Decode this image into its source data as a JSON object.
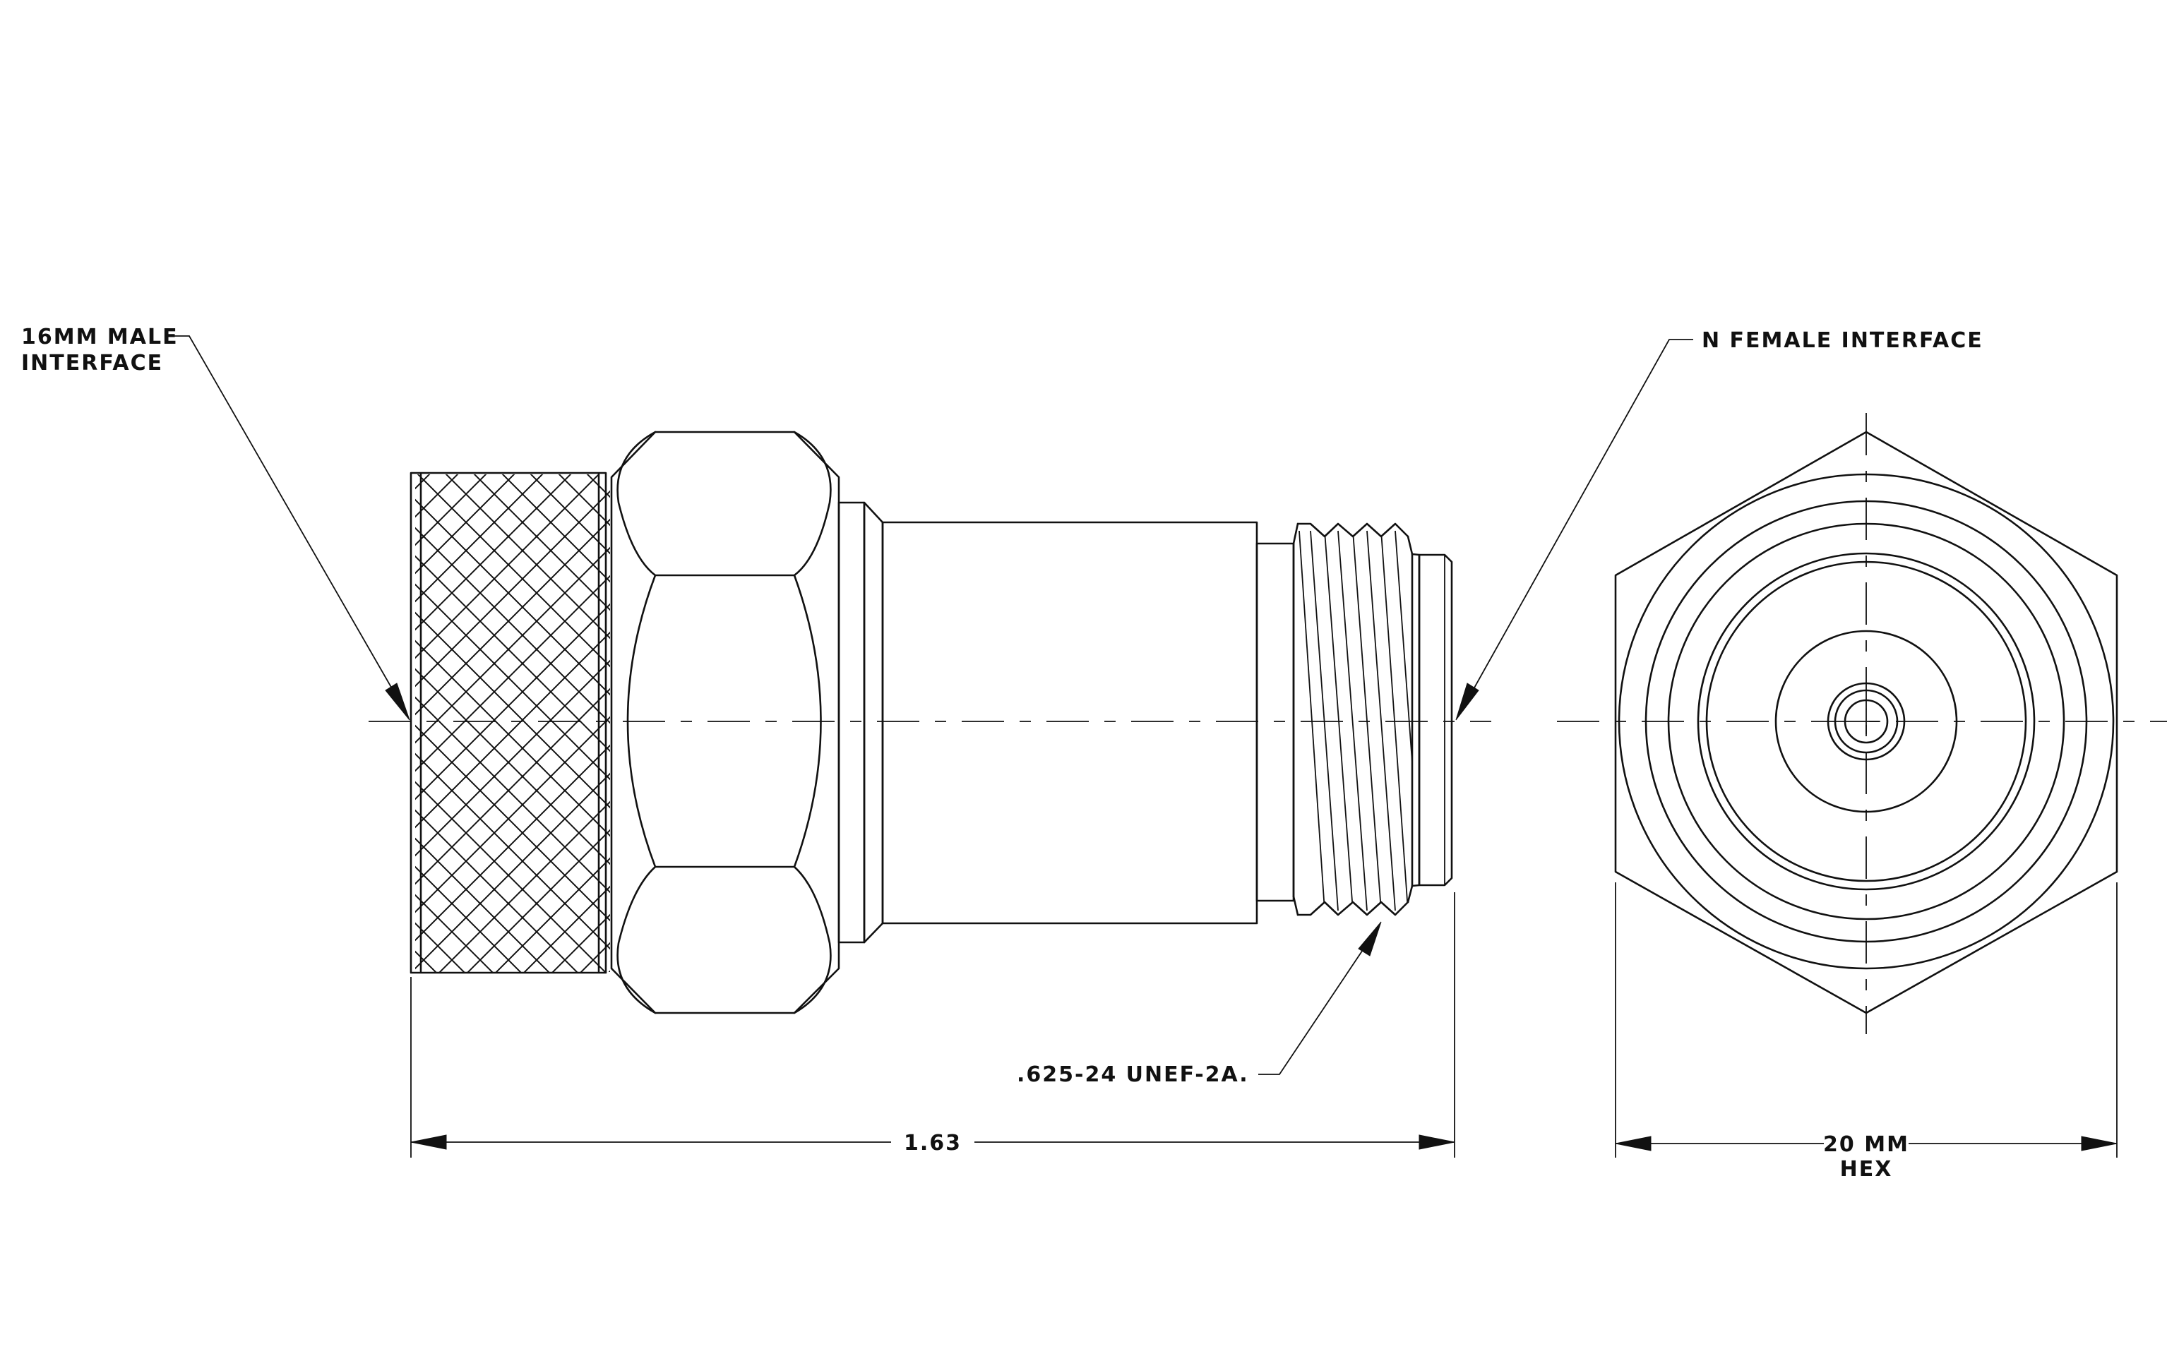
{
  "labels": {
    "male_interface_line1": "16MM MALE",
    "male_interface_line2": "INTERFACE",
    "female_interface": "N FEMALE INTERFACE",
    "thread_spec": ".625-24 UNEF-2A.",
    "overall_length": "1.63",
    "hex_size": "20 MM",
    "hex_word": "HEX"
  },
  "colors": {
    "line": "#111111",
    "background": "#ffffff"
  }
}
